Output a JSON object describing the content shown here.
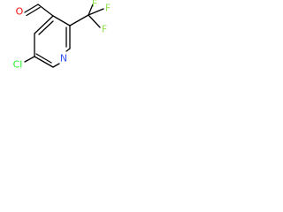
{
  "molecule": {
    "atoms": {
      "oxygen": {
        "label": "O",
        "color": "#ff0d0d"
      },
      "nitrogen": {
        "label": "N",
        "color": "#3050f8"
      },
      "chlorine": {
        "label": "Cl",
        "color": "#1ff01f"
      },
      "fluorine_right": {
        "label": "F",
        "color": "#90e050"
      },
      "fluorine_top": {
        "label": "F",
        "color": "#90e050"
      },
      "fluorine_bottom": {
        "label": "F",
        "color": "#90e050"
      }
    }
  }
}
